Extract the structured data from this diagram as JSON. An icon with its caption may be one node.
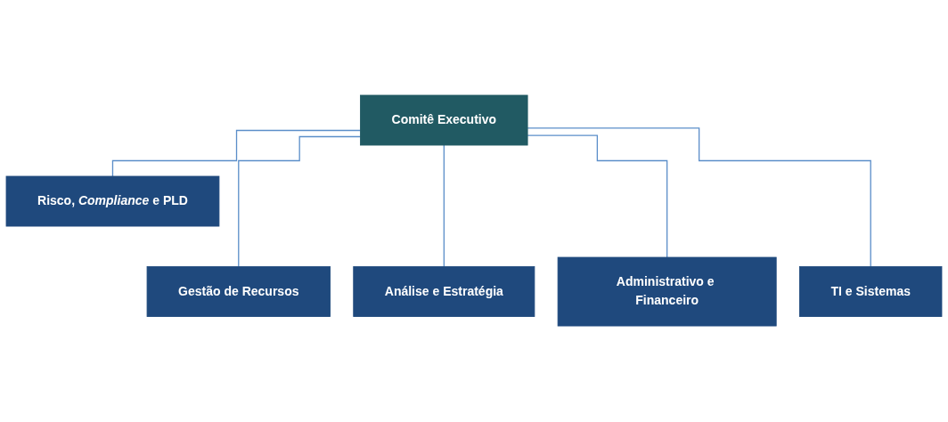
{
  "diagram": {
    "nodes": [
      {
        "text": [
          "Comitê Executivo"
        ]
      },
      {
        "text": [
          "Risco, *Compliance* e PLD"
        ]
      },
      {
        "text": [
          "Gestão de Recursos"
        ]
      },
      {
        "text": [
          "Análise e Estratégia"
        ]
      },
      {
        "text": [
          "Administrativo e Financeiro"
        ]
      },
      {
        "text": [
          "TI e Sistemas"
        ]
      }
    ],
    "edges": [
      {
        "from": 0,
        "to": 1,
        "arrow": "none"
      },
      {
        "from": 0,
        "to": 2,
        "arrow": "none"
      },
      {
        "from": 0,
        "to": 3,
        "arrow": "none"
      },
      {
        "from": 0,
        "to": 4,
        "arrow": "none"
      },
      {
        "from": 0,
        "to": 5,
        "arrow": "none"
      }
    ]
  }
}
